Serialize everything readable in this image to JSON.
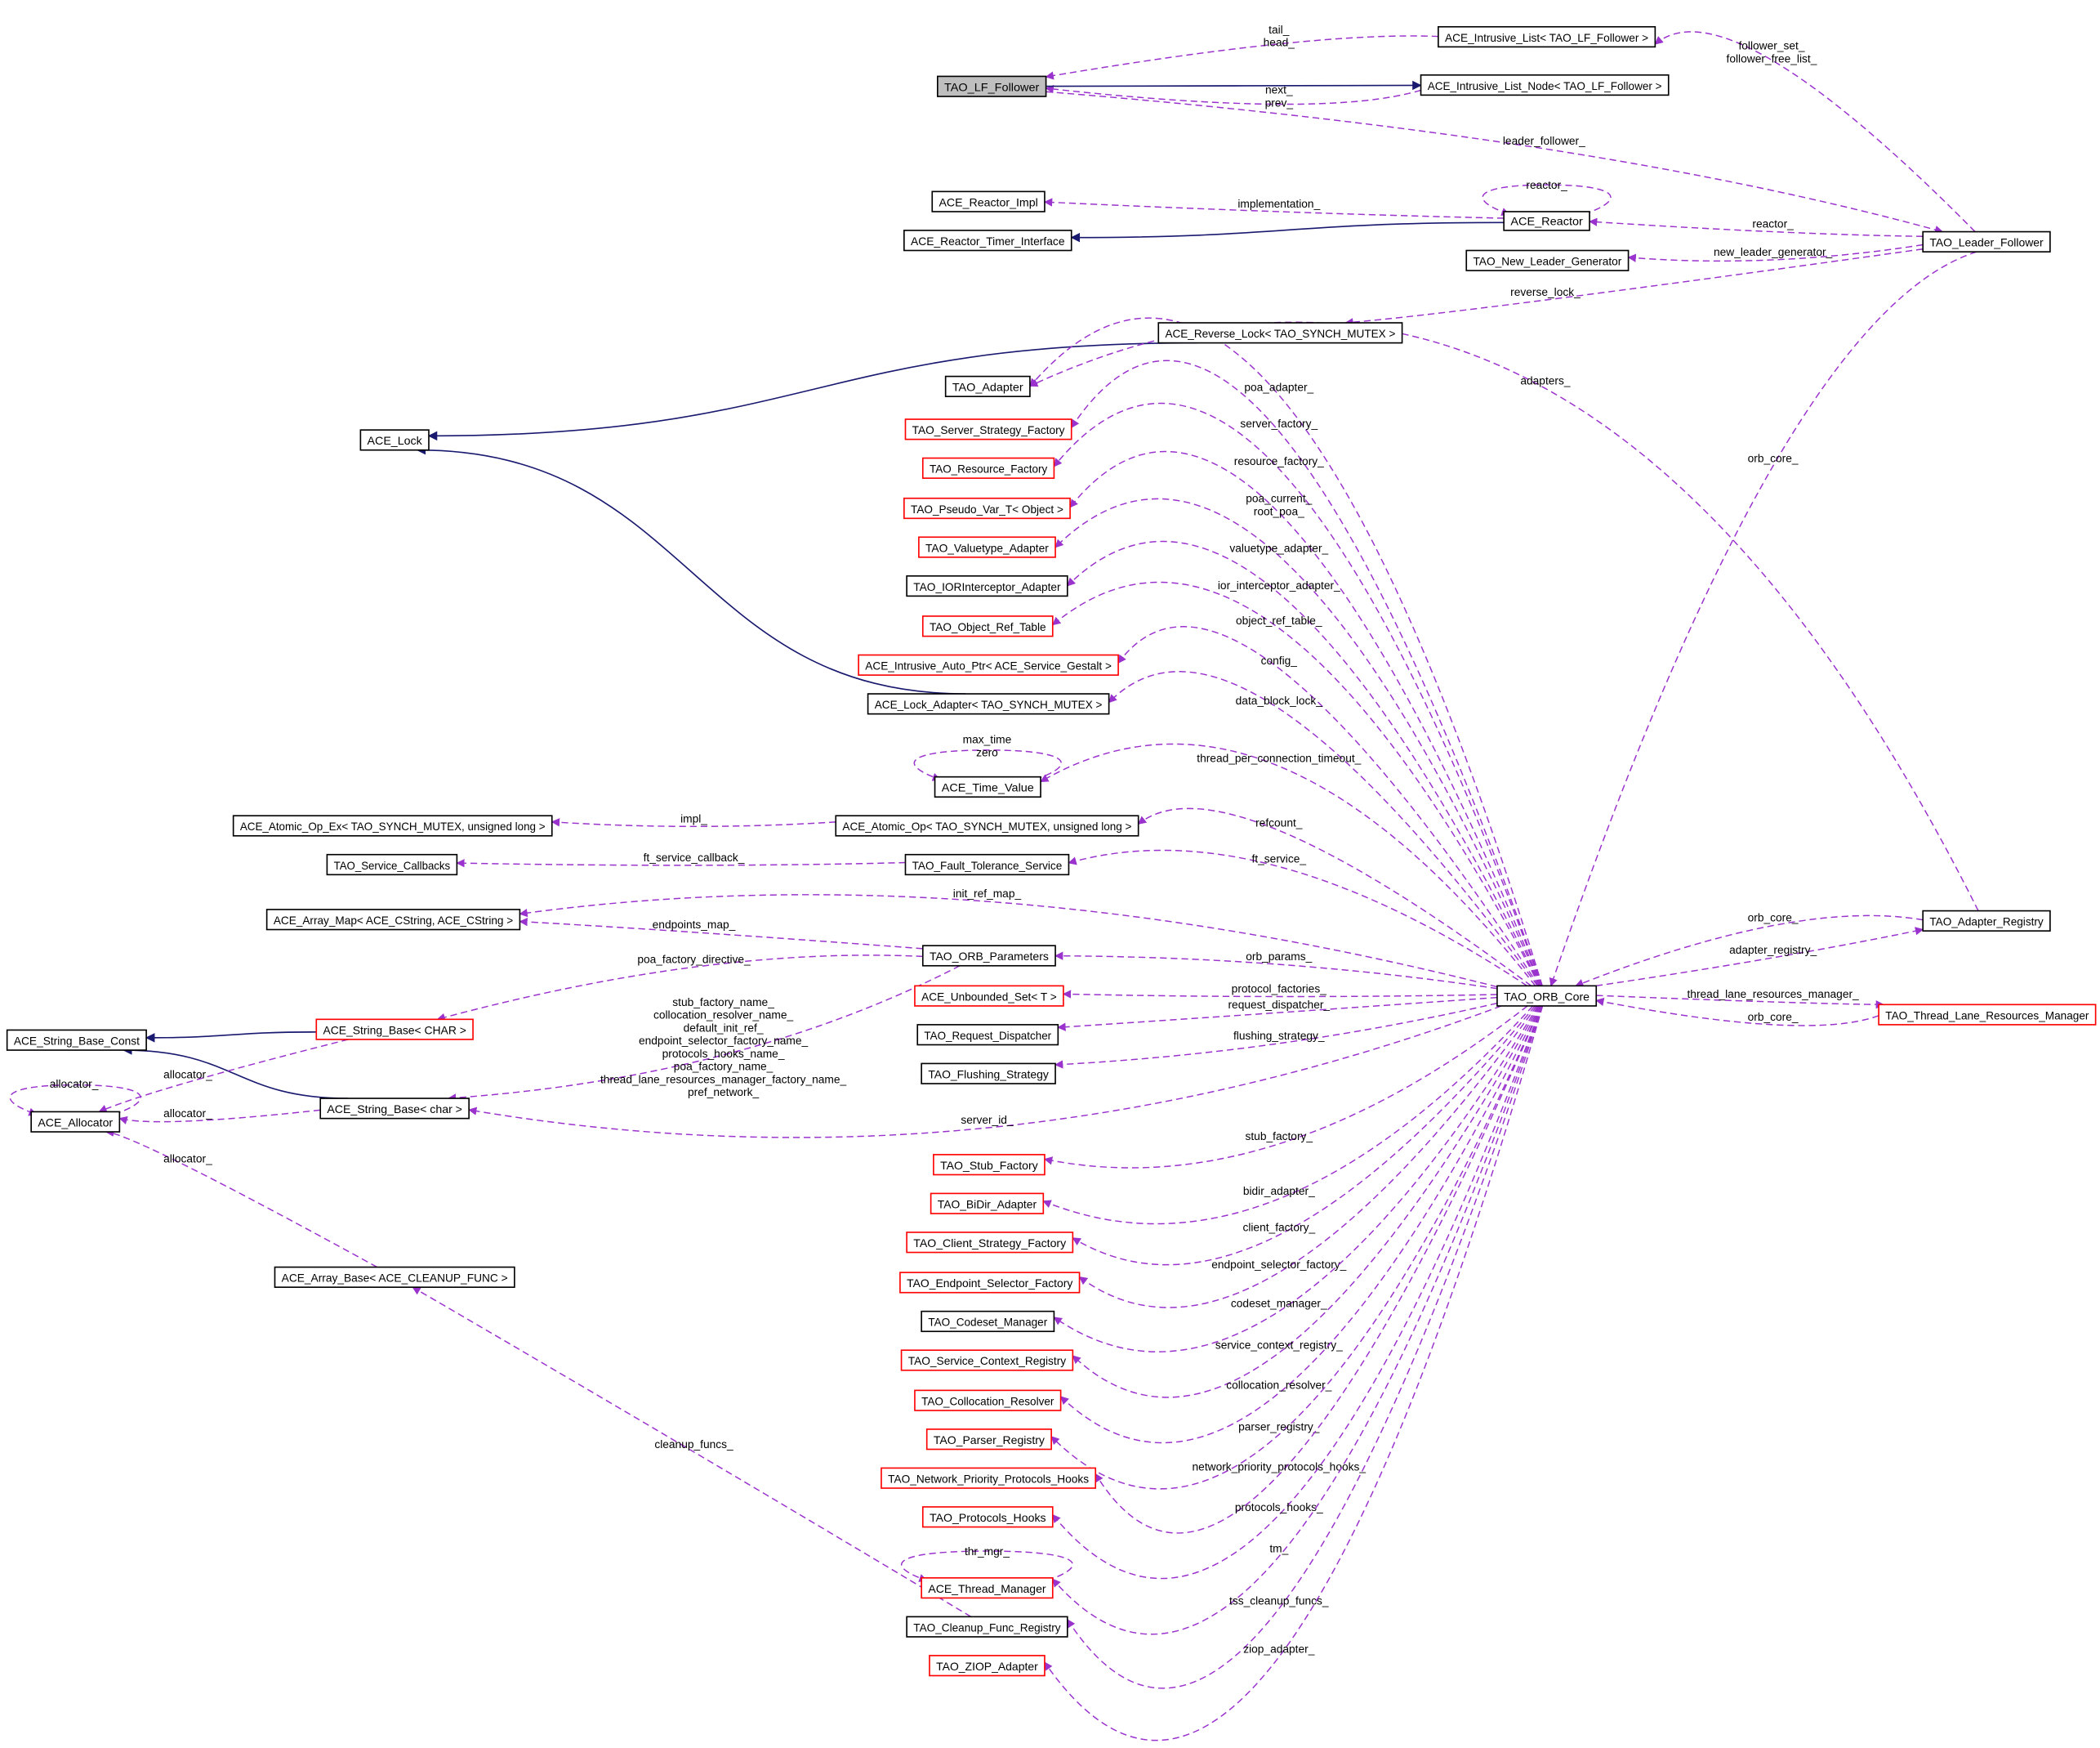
{
  "title": "TAO_LF_Follower collaboration diagram",
  "colors": {
    "usage_edge": "#9a32cd",
    "inherit_edge": "#191970",
    "incomplete_border": "#ff0000",
    "focus_fill": "#bfbfbf"
  },
  "nodes": {
    "lf": {
      "label": "TAO_LF_Follower",
      "style": "focus"
    },
    "il": {
      "label": "ACE_Intrusive_List< TAO_LF_Follower >",
      "style": "black"
    },
    "iln": {
      "label": "ACE_Intrusive_List_Node< TAO_LF_Follower >",
      "style": "black"
    },
    "rimpl": {
      "label": "ACE_Reactor_Impl",
      "style": "black"
    },
    "rti": {
      "label": "ACE_Reactor_Timer_Interface",
      "style": "black"
    },
    "reactor": {
      "label": "ACE_Reactor",
      "style": "black"
    },
    "nlg": {
      "label": "TAO_New_Leader_Generator",
      "style": "black"
    },
    "lf2": {
      "label": "TAO_Leader_Follower",
      "style": "black"
    },
    "rlock": {
      "label": "ACE_Reverse_Lock< TAO_SYNCH_MUTEX >",
      "style": "black"
    },
    "adapter": {
      "label": "TAO_Adapter",
      "style": "black"
    },
    "lock": {
      "label": "ACE_Lock",
      "style": "black"
    },
    "ssf": {
      "label": "TAO_Server_Strategy_Factory",
      "style": "red"
    },
    "rf": {
      "label": "TAO_Resource_Factory",
      "style": "red"
    },
    "pv": {
      "label": "TAO_Pseudo_Var_T< Object >",
      "style": "red"
    },
    "va": {
      "label": "TAO_Valuetype_Adapter",
      "style": "red"
    },
    "ior": {
      "label": "TAO_IORInterceptor_Adapter",
      "style": "black"
    },
    "ort": {
      "label": "TAO_Object_Ref_Table",
      "style": "red"
    },
    "iap": {
      "label": "ACE_Intrusive_Auto_Ptr< ACE_Service_Gestalt >",
      "style": "red"
    },
    "la": {
      "label": "ACE_Lock_Adapter< TAO_SYNCH_MUTEX >",
      "style": "black"
    },
    "tv": {
      "label": "ACE_Time_Value",
      "style": "black"
    },
    "aoe": {
      "label": "ACE_Atomic_Op_Ex< TAO_SYNCH_MUTEX, unsigned long >",
      "style": "black"
    },
    "ao": {
      "label": "ACE_Atomic_Op< TAO_SYNCH_MUTEX, unsigned long >",
      "style": "black"
    },
    "sc": {
      "label": "TAO_Service_Callbacks",
      "style": "black"
    },
    "fts": {
      "label": "TAO_Fault_Tolerance_Service",
      "style": "black"
    },
    "am": {
      "label": "ACE_Array_Map< ACE_CString, ACE_CString >",
      "style": "black"
    },
    "op": {
      "label": "TAO_ORB_Parameters",
      "style": "black"
    },
    "us": {
      "label": "ACE_Unbounded_Set< T >",
      "style": "red"
    },
    "rd": {
      "label": "TAO_Request_Dispatcher",
      "style": "black"
    },
    "fs": {
      "label": "TAO_Flushing_Strategy",
      "style": "black"
    },
    "core": {
      "label": "TAO_ORB_Core",
      "style": "black"
    },
    "ar": {
      "label": "TAO_Adapter_Registry",
      "style": "black"
    },
    "tlrm": {
      "label": "TAO_Thread_Lane_Resources_Manager",
      "style": "red"
    },
    "sbc": {
      "label": "ACE_String_Base_Const",
      "style": "black"
    },
    "sbC": {
      "label": "ACE_String_Base< CHAR >",
      "style": "red"
    },
    "alloc": {
      "label": "ACE_Allocator",
      "style": "black"
    },
    "sbchar": {
      "label": "ACE_String_Base< char >",
      "style": "black"
    },
    "stub": {
      "label": "TAO_Stub_Factory",
      "style": "red"
    },
    "bidir": {
      "label": "TAO_BiDir_Adapter",
      "style": "red"
    },
    "csf": {
      "label": "TAO_Client_Strategy_Factory",
      "style": "red"
    },
    "esf": {
      "label": "TAO_Endpoint_Selector_Factory",
      "style": "red"
    },
    "cm": {
      "label": "TAO_Codeset_Manager",
      "style": "black"
    },
    "scr": {
      "label": "TAO_Service_Context_Registry",
      "style": "red"
    },
    "cr": {
      "label": "TAO_Collocation_Resolver",
      "style": "red"
    },
    "pr": {
      "label": "TAO_Parser_Registry",
      "style": "red"
    },
    "npph": {
      "label": "TAO_Network_Priority_Protocols_Hooks",
      "style": "red"
    },
    "ph": {
      "label": "TAO_Protocols_Hooks",
      "style": "red"
    },
    "tm": {
      "label": "ACE_Thread_Manager",
      "style": "red"
    },
    "cfr": {
      "label": "TAO_Cleanup_Func_Registry",
      "style": "black"
    },
    "ziop": {
      "label": "TAO_ZIOP_Adapter",
      "style": "red"
    },
    "ab": {
      "label": "ACE_Array_Base< ACE_CLEANUP_FUNC >",
      "style": "black"
    }
  },
  "edges": {
    "e_il_lf": {
      "from": "il",
      "to": "lf",
      "kind": "use",
      "labels": [
        "tail_",
        "head_"
      ]
    },
    "e_iln_lf": {
      "from": "iln",
      "to": "lf",
      "kind": "use",
      "labels": [
        "next_",
        "prev_"
      ]
    },
    "e_lf_iln": {
      "from": "lf",
      "to": "iln",
      "kind": "inherit",
      "labels": []
    },
    "e_lf_lf2": {
      "from": "lf",
      "to": "lf2",
      "kind": "use",
      "labels": [
        "leader_follower_"
      ]
    },
    "e_lf2_il": {
      "from": "lf2",
      "to": "il",
      "kind": "use",
      "labels": [
        "follower_set_",
        "follower_free_list_"
      ]
    },
    "e_reactor_rimpl": {
      "from": "reactor",
      "to": "rimpl",
      "kind": "use",
      "labels": [
        "implementation_"
      ]
    },
    "e_reactor_self": {
      "from": "reactor",
      "to": "reactor",
      "kind": "use",
      "labels": [
        "reactor_"
      ]
    },
    "e_reactor_rti": {
      "from": "reactor",
      "to": "rti",
      "kind": "inherit",
      "labels": []
    },
    "e_lf2_reactor": {
      "from": "lf2",
      "to": "reactor",
      "kind": "use",
      "labels": [
        "reactor_"
      ]
    },
    "e_lf2_nlg": {
      "from": "lf2",
      "to": "nlg",
      "kind": "use",
      "labels": [
        "new_leader_generator_"
      ]
    },
    "e_lf2_rlock": {
      "from": "lf2",
      "to": "rlock",
      "kind": "use",
      "labels": [
        "reverse_lock_"
      ]
    },
    "e_rlock_lock": {
      "from": "rlock",
      "to": "lock",
      "kind": "inherit",
      "labels": []
    },
    "e_la_lock": {
      "from": "la",
      "to": "lock",
      "kind": "inherit",
      "labels": []
    },
    "e_lf2_core": {
      "from": "lf2",
      "to": "core",
      "kind": "use",
      "labels": [
        "orb_core_"
      ]
    },
    "e_ar_adapter": {
      "from": "ar",
      "to": "adapter",
      "kind": "use",
      "labels": [
        "adapters_"
      ]
    },
    "e_core_adapter": {
      "from": "core",
      "to": "adapter",
      "kind": "use",
      "labels": [
        "poa_adapter_"
      ]
    },
    "e_core_ssf": {
      "from": "core",
      "to": "ssf",
      "kind": "use",
      "labels": [
        "server_factory_"
      ]
    },
    "e_core_rf": {
      "from": "core",
      "to": "rf",
      "kind": "use",
      "labels": [
        "resource_factory_"
      ]
    },
    "e_core_pv": {
      "from": "core",
      "to": "pv",
      "kind": "use",
      "labels": [
        "poa_current_",
        "root_poa_"
      ]
    },
    "e_core_va": {
      "from": "core",
      "to": "va",
      "kind": "use",
      "labels": [
        "valuetype_adapter_"
      ]
    },
    "e_core_ior": {
      "from": "core",
      "to": "ior",
      "kind": "use",
      "labels": [
        "ior_interceptor_adapter_"
      ]
    },
    "e_core_ort": {
      "from": "core",
      "to": "ort",
      "kind": "use",
      "labels": [
        "object_ref_table_"
      ]
    },
    "e_core_iap": {
      "from": "core",
      "to": "iap",
      "kind": "use",
      "labels": [
        "config_"
      ]
    },
    "e_core_la": {
      "from": "core",
      "to": "la",
      "kind": "use",
      "labels": [
        "data_block_lock_"
      ]
    },
    "e_tv_self": {
      "from": "tv",
      "to": "tv",
      "kind": "use",
      "labels": [
        "max_time",
        "zero"
      ]
    },
    "e_core_tv": {
      "from": "core",
      "to": "tv",
      "kind": "use",
      "labels": [
        "thread_per_connection_timeout_"
      ]
    },
    "e_ao_aoe": {
      "from": "ao",
      "to": "aoe",
      "kind": "use",
      "labels": [
        "impl_"
      ]
    },
    "e_core_ao": {
      "from": "core",
      "to": "ao",
      "kind": "use",
      "labels": [
        "refcount_"
      ]
    },
    "e_fts_sc": {
      "from": "fts",
      "to": "sc",
      "kind": "use",
      "labels": [
        "ft_service_callback_"
      ]
    },
    "e_core_fts": {
      "from": "core",
      "to": "fts",
      "kind": "use",
      "labels": [
        "ft_service_"
      ]
    },
    "e_core_am": {
      "from": "core",
      "to": "am",
      "kind": "use",
      "labels": [
        "init_ref_map_"
      ]
    },
    "e_op_am": {
      "from": "op",
      "to": "am",
      "kind": "use",
      "labels": [
        "endpoints_map_"
      ]
    },
    "e_op_sbC": {
      "from": "op",
      "to": "sbC",
      "kind": "use",
      "labels": [
        "poa_factory_directive_"
      ]
    },
    "e_core_op": {
      "from": "core",
      "to": "op",
      "kind": "use",
      "labels": [
        "orb_params_"
      ]
    },
    "e_core_us": {
      "from": "core",
      "to": "us",
      "kind": "use",
      "labels": [
        "protocol_factories_"
      ]
    },
    "e_core_rd": {
      "from": "core",
      "to": "rd",
      "kind": "use",
      "labels": [
        "request_dispatcher_"
      ]
    },
    "e_core_fs": {
      "from": "core",
      "to": "fs",
      "kind": "use",
      "labels": [
        "flushing_strategy_"
      ]
    },
    "e_op_sbchar": {
      "from": "op",
      "to": "sbchar",
      "kind": "use",
      "labels": [
        "stub_factory_name_",
        "collocation_resolver_name_",
        "default_init_ref_",
        "endpoint_selector_factory_name_",
        "protocols_hooks_name_",
        "poa_factory_name_",
        "thread_lane_resources_manager_factory_name_",
        "pref_network_"
      ]
    },
    "e_core_sbchar": {
      "from": "core",
      "to": "sbchar",
      "kind": "use",
      "labels": [
        "server_id_"
      ]
    },
    "e_sbC_sbc": {
      "from": "sbC",
      "to": "sbc",
      "kind": "inherit",
      "labels": []
    },
    "e_sbchar_sbc": {
      "from": "sbchar",
      "to": "sbc",
      "kind": "inherit",
      "labels": []
    },
    "e_sbC_alloc": {
      "from": "sbC",
      "to": "alloc",
      "kind": "use",
      "labels": [
        "allocator_"
      ]
    },
    "e_sbchar_alloc": {
      "from": "sbchar",
      "to": "alloc",
      "kind": "use",
      "labels": [
        "allocator_"
      ]
    },
    "e_alloc_self": {
      "from": "alloc",
      "to": "alloc",
      "kind": "use",
      "labels": [
        "allocator_"
      ]
    },
    "e_ab_alloc": {
      "from": "ab",
      "to": "alloc",
      "kind": "use",
      "labels": [
        "allocator_"
      ]
    },
    "e_core_stub": {
      "from": "core",
      "to": "stub",
      "kind": "use",
      "labels": [
        "stub_factory_"
      ]
    },
    "e_core_bidir": {
      "from": "core",
      "to": "bidir",
      "kind": "use",
      "labels": [
        "bidir_adapter_"
      ]
    },
    "e_core_csf": {
      "from": "core",
      "to": "csf",
      "kind": "use",
      "labels": [
        "client_factory_"
      ]
    },
    "e_core_esf": {
      "from": "core",
      "to": "esf",
      "kind": "use",
      "labels": [
        "endpoint_selector_factory_"
      ]
    },
    "e_core_cm": {
      "from": "core",
      "to": "cm",
      "kind": "use",
      "labels": [
        "codeset_manager_"
      ]
    },
    "e_core_scr": {
      "from": "core",
      "to": "scr",
      "kind": "use",
      "labels": [
        "service_context_registry_"
      ]
    },
    "e_core_cr": {
      "from": "core",
      "to": "cr",
      "kind": "use",
      "labels": [
        "collocation_resolver_"
      ]
    },
    "e_core_pr": {
      "from": "core",
      "to": "pr",
      "kind": "use",
      "labels": [
        "parser_registry_"
      ]
    },
    "e_core_npph": {
      "from": "core",
      "to": "npph",
      "kind": "use",
      "labels": [
        "network_priority_protocols_hooks_"
      ]
    },
    "e_core_ph": {
      "from": "core",
      "to": "ph",
      "kind": "use",
      "labels": [
        "protocols_hooks_"
      ]
    },
    "e_core_tm": {
      "from": "core",
      "to": "tm",
      "kind": "use",
      "labels": [
        "tm_"
      ]
    },
    "e_tm_self": {
      "from": "tm",
      "to": "tm",
      "kind": "use",
      "labels": [
        "thr_mgr_"
      ]
    },
    "e_core_cfr": {
      "from": "core",
      "to": "cfr",
      "kind": "use",
      "labels": [
        "tss_cleanup_funcs_"
      ]
    },
    "e_cfr_ab": {
      "from": "cfr",
      "to": "ab",
      "kind": "use",
      "labels": [
        "cleanup_funcs_"
      ]
    },
    "e_core_ziop": {
      "from": "core",
      "to": "ziop",
      "kind": "use",
      "labels": [
        "ziop_adapter_"
      ]
    },
    "e_ar_core": {
      "from": "ar",
      "to": "core",
      "kind": "use",
      "labels": [
        "orb_core_"
      ]
    },
    "e_core_ar": {
      "from": "core",
      "to": "ar",
      "kind": "use",
      "labels": [
        "adapter_registry_"
      ]
    },
    "e_core_tlrm": {
      "from": "core",
      "to": "tlrm",
      "kind": "use",
      "labels": [
        "thread_lane_resources_manager_"
      ]
    },
    "e_tlrm_core": {
      "from": "tlrm",
      "to": "core",
      "kind": "use",
      "labels": [
        "orb_core_"
      ]
    }
  }
}
